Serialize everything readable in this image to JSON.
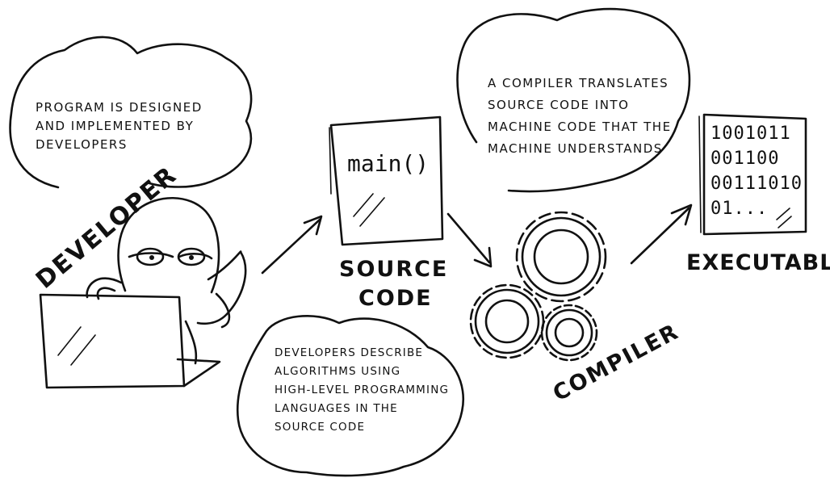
{
  "notes": {
    "developer_note": [
      "PROGRAM IS DESIGNED",
      "AND IMPLEMENTED BY",
      "DEVELOPERS"
    ],
    "compiler_note": [
      "A COMPILER TRANSLATES",
      "SOURCE CODE INTO",
      "MACHINE CODE THAT THE",
      "MACHINE UNDERSTANDS"
    ],
    "source_note": [
      "DEVELOPERS DESCRIBE",
      "ALGORITHMS USING",
      "HIGH-LEVEL PROGRAMMING",
      "LANGUAGES IN THE",
      "SOURCE CODE"
    ]
  },
  "labels": {
    "developer": "DEVELOPER",
    "source_code": [
      "SOURCE",
      "CODE"
    ],
    "compiler": "COMPILER",
    "executable": "EXECUTABLE"
  },
  "source_page": {
    "code": "main()"
  },
  "binary_page": {
    "lines": [
      "1001011",
      "001100",
      "00111010",
      "01..."
    ]
  },
  "icons": [
    "octopus-developer-icon",
    "laptop-icon",
    "document-icon",
    "gear-icon",
    "arrow-icon",
    "binary-document-icon"
  ],
  "colors": {
    "ink": "#111111",
    "background": "#ffffff"
  }
}
